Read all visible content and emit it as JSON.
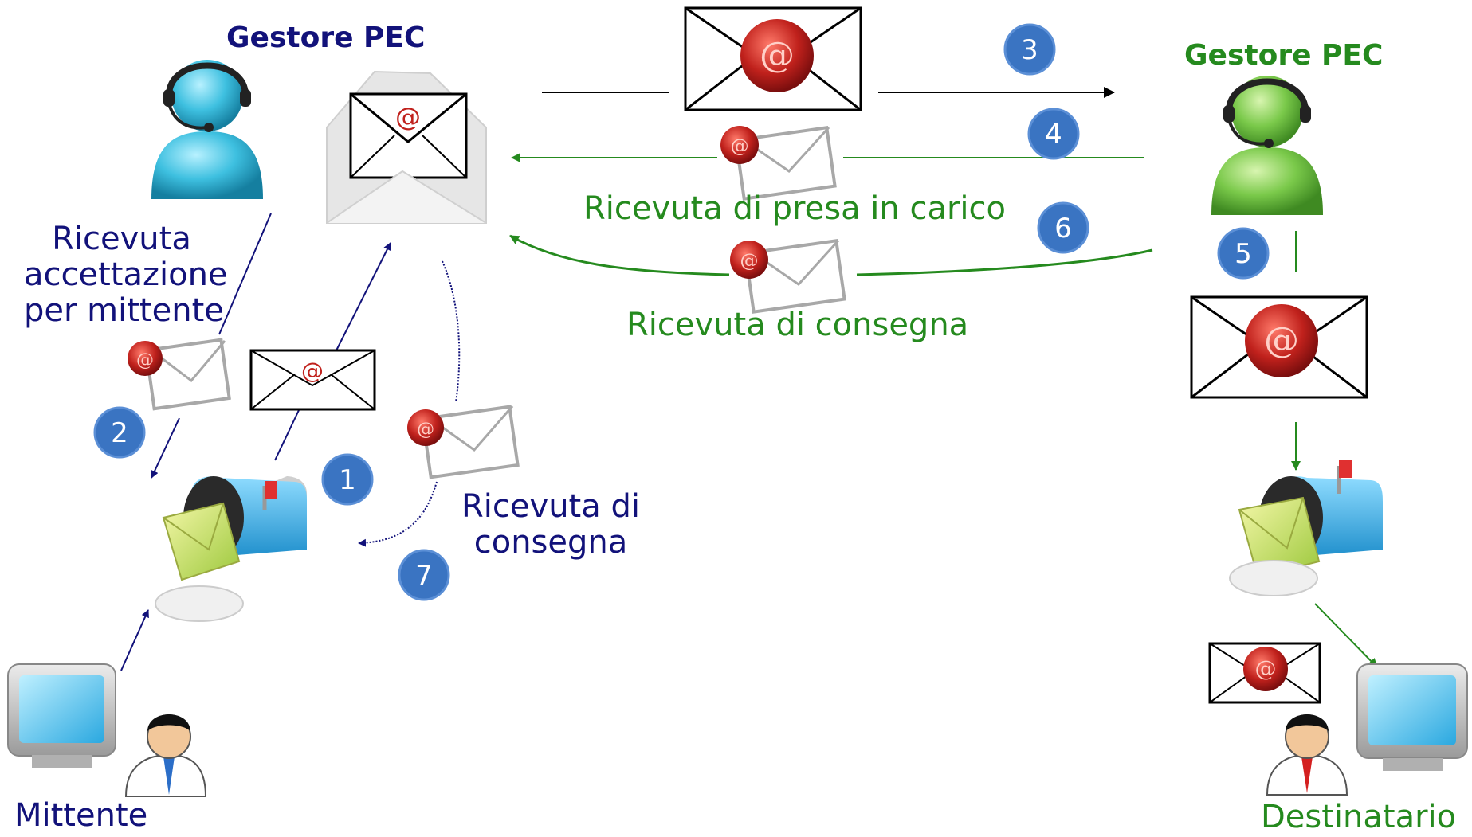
{
  "diagram": {
    "sender_side": {
      "provider_title": "Gestore PEC",
      "acceptance_receipt": [
        "Ricevuta",
        "accettazione",
        "per mittente"
      ],
      "delivery_receipt": [
        "Ricevuta di",
        "consegna"
      ],
      "actor": "Mittente"
    },
    "recipient_side": {
      "provider_title": "Gestore PEC",
      "actor": "Destinatario"
    },
    "between_providers": {
      "taking_charge_receipt": "Ricevuta di presa in carico",
      "delivery_receipt": "Ricevuta di consegna"
    },
    "steps": [
      "1",
      "2",
      "3",
      "4",
      "5",
      "6",
      "7"
    ],
    "colors": {
      "sender_flow": "#12127a",
      "recipient_flow": "#258a1e",
      "step_badge": "#3a74c2",
      "seal": "#b51c1c"
    },
    "icons": {
      "provider_sender": "headset-operator-icon (blue)",
      "provider_recipient": "headset-operator-icon (green)",
      "mailbox": "mailbox-icon",
      "computer": "monitor-icon",
      "user": "person-icon",
      "email": "envelope-icon",
      "certified_email": "sealed-envelope-icon",
      "receipt": "receipt-envelope-icon",
      "symbol": "@"
    }
  }
}
